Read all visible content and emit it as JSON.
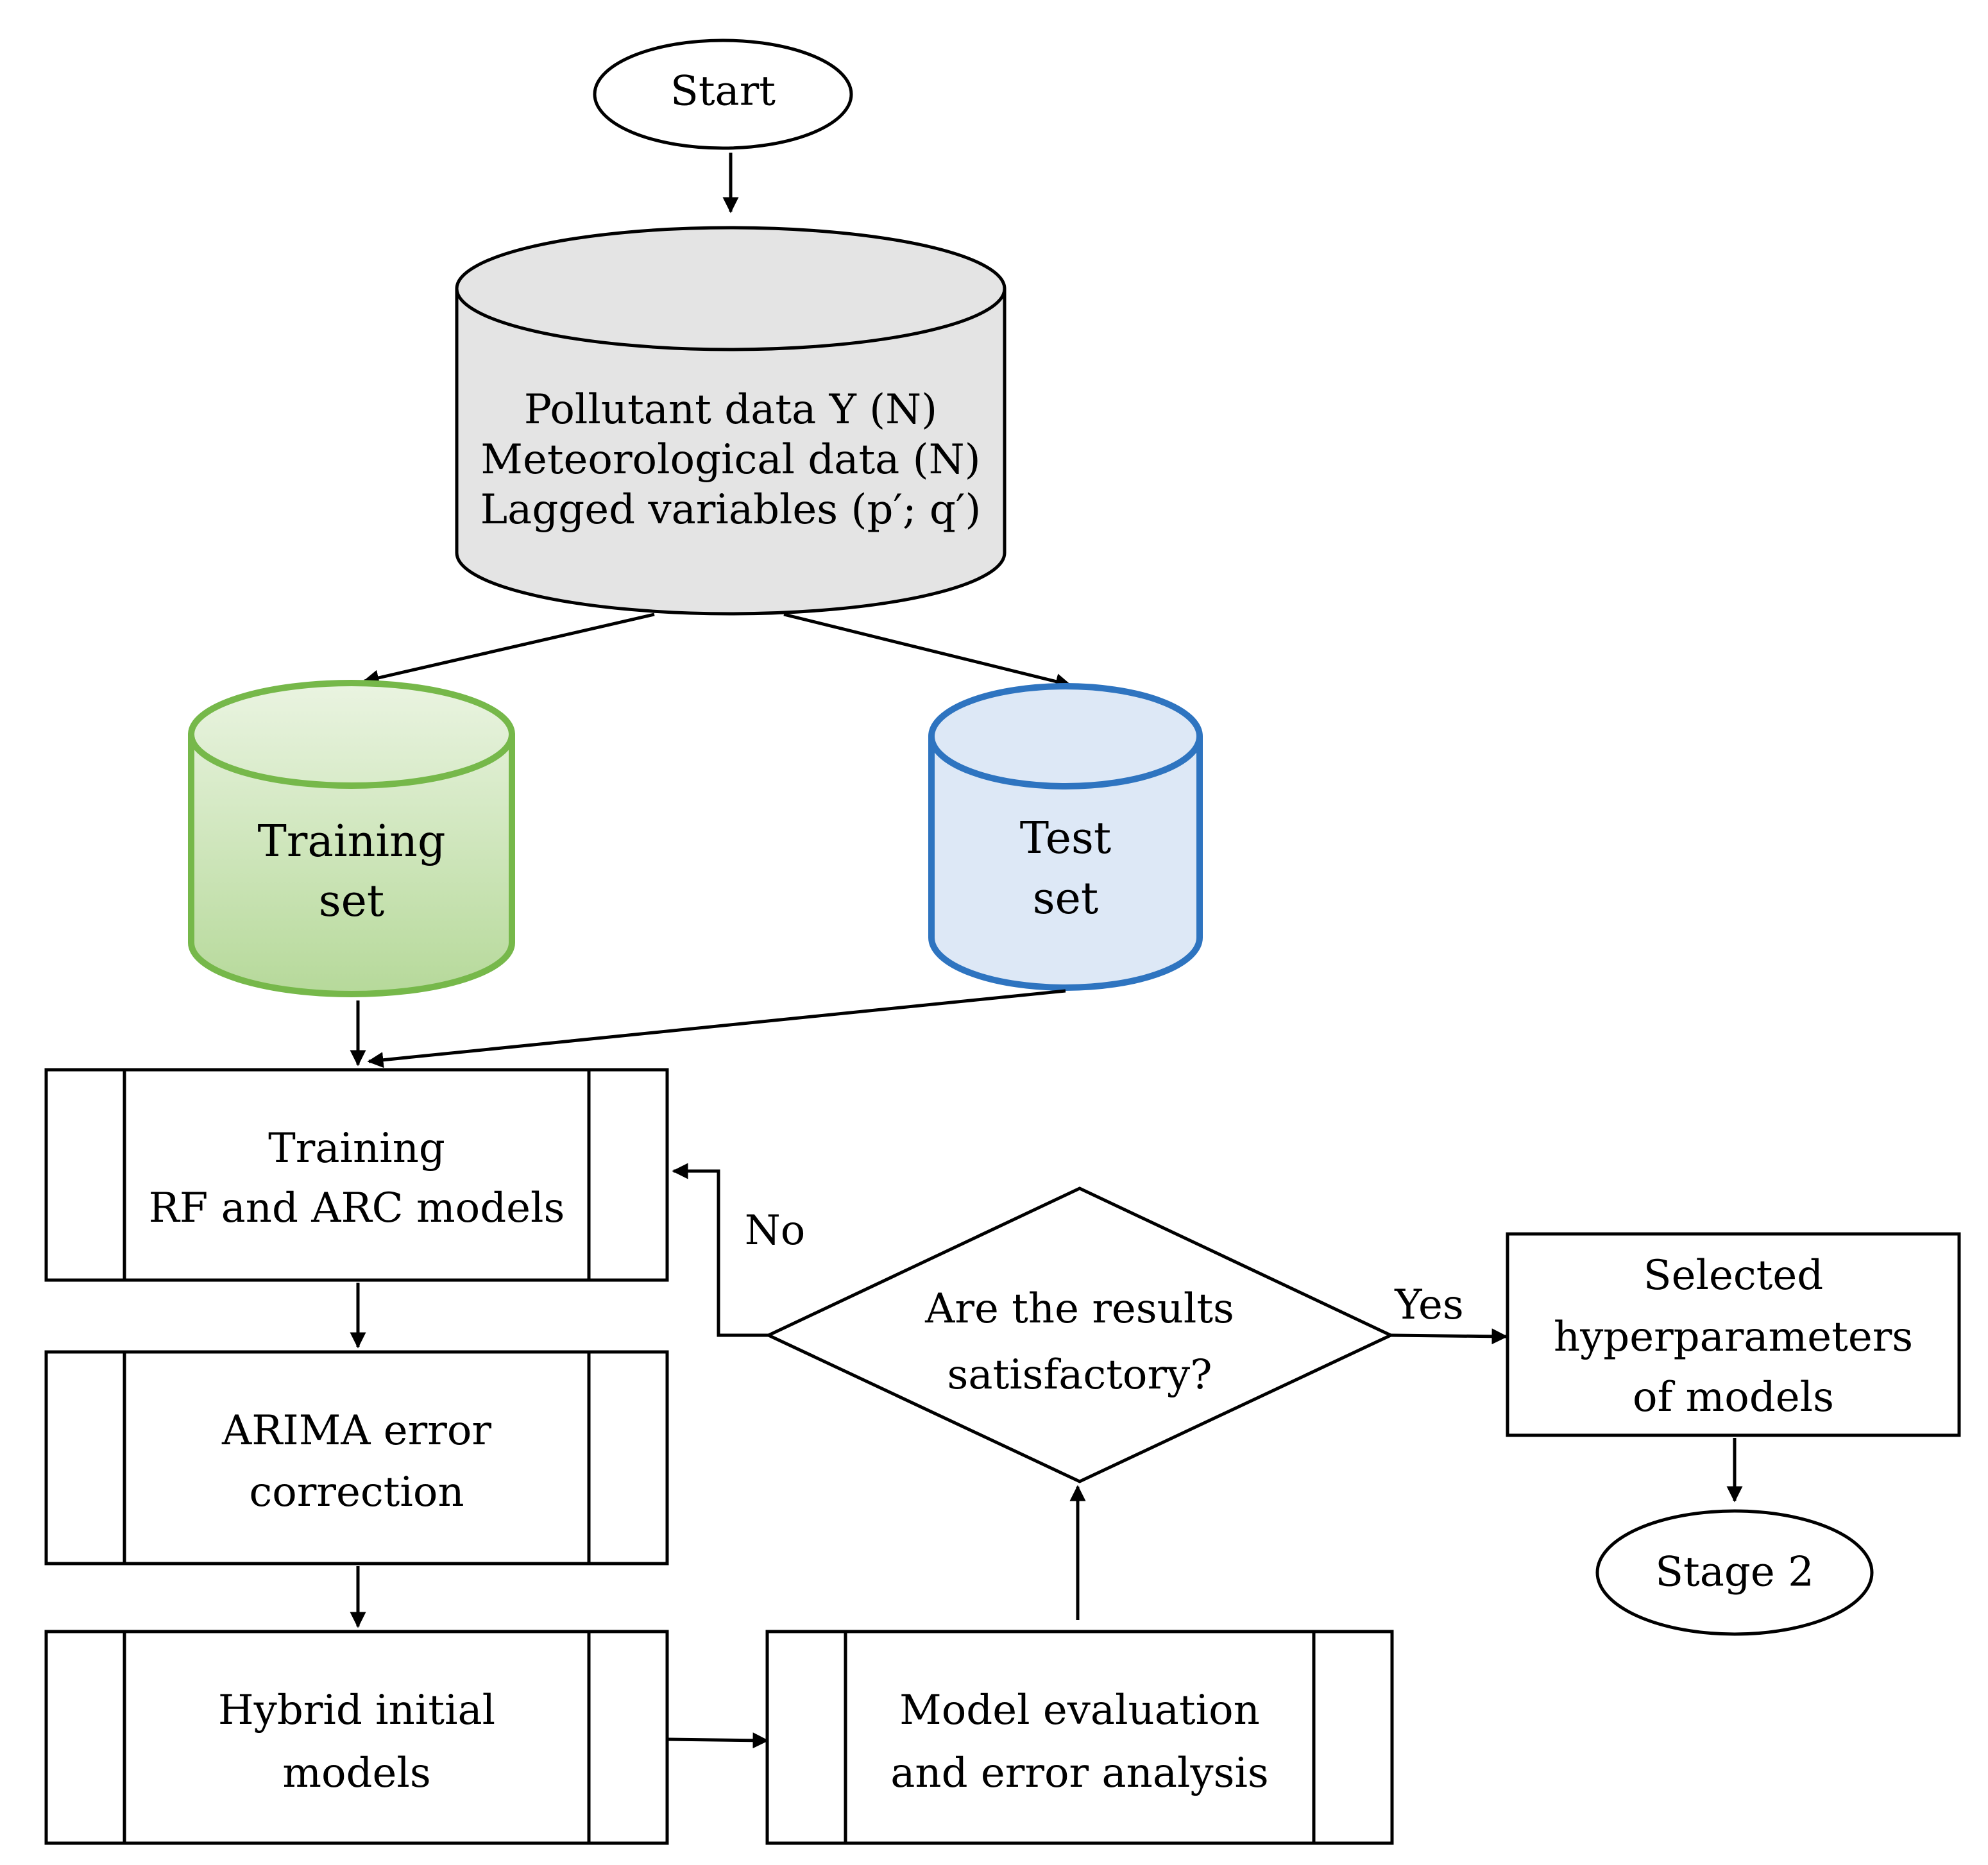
{
  "nodes": {
    "start": {
      "text": "Start"
    },
    "data_store": {
      "lines": [
        "Pollutant data Y (N)",
        "Meteorological data (N)",
        "Lagged variables (p′; q′)"
      ]
    },
    "training_set": {
      "lines": [
        "Training",
        "set"
      ]
    },
    "test_set": {
      "lines": [
        "Test",
        "set"
      ]
    },
    "training_models": {
      "lines": [
        "Training",
        "RF and ARC models"
      ]
    },
    "arima": {
      "lines": [
        "ARIMA error",
        "correction"
      ]
    },
    "hybrid": {
      "lines": [
        "Hybrid initial",
        "models"
      ]
    },
    "evaluation": {
      "lines": [
        "Model evaluation",
        "and error analysis"
      ]
    },
    "decision": {
      "lines": [
        "Are the results",
        "satisfactory?"
      ]
    },
    "selected": {
      "lines": [
        "Selected",
        "hyperparameters",
        "of models"
      ]
    },
    "stage2": {
      "text": "Stage 2"
    }
  },
  "edge_labels": {
    "no": "No",
    "yes": "Yes"
  },
  "colors": {
    "stroke": "#000000",
    "data_fill": "#e4e4e4",
    "training_stroke": "#76b84a",
    "training_fill_top": "#eaf4e1",
    "training_fill_bottom": "#b6d99a",
    "test_stroke": "#2e74c0",
    "test_fill": "#dde8f6"
  }
}
